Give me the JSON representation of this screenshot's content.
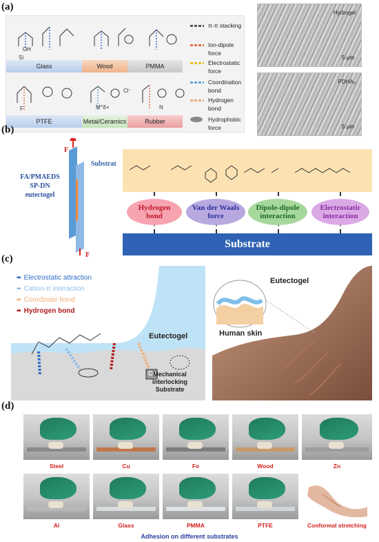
{
  "panels": {
    "a": "(a)",
    "b": "(b)",
    "c": "(c)",
    "d": "(d)"
  },
  "panel_a": {
    "substrates": [
      "Glass",
      "Wood",
      "PMMA",
      "PTFE",
      "Metal/Ceramics",
      "Rubber"
    ],
    "substrate_colors": [
      "#c9daf0",
      "#f6c9a8",
      "#d9d9d9",
      "#c9daf0",
      "#d6ecd0",
      "#f2b8b8"
    ],
    "legend": [
      {
        "label": "π-π stacking",
        "color": "#555555"
      },
      {
        "label": "Ion-dipole force",
        "color": "#e0734a"
      },
      {
        "label": "Electrostatic force",
        "color": "#e8c22a"
      },
      {
        "label": "Coordination bond",
        "color": "#5aa8d8"
      },
      {
        "label": "Hydrogen bond",
        "color": "#e8a87a"
      },
      {
        "label": "Hydrophobic force",
        "color": "#888888"
      }
    ],
    "sem": [
      {
        "label": "Hydrogel",
        "scale": "5 μm"
      },
      {
        "label": "PDHA₂",
        "scale": "5 μm"
      }
    ],
    "chem": {
      "oh": "OH",
      "si": "Si",
      "f": "F",
      "ms": "M^δ+",
      "cl": "Cl⁻",
      "n": "N"
    }
  },
  "panel_b": {
    "force": "F",
    "substrate_label": "Substrat",
    "gel_label": [
      "FA/PMAEDS",
      "SP-DN",
      "eutectogel"
    ],
    "interactions": [
      {
        "label": [
          "Hydrogen",
          "bond"
        ],
        "color": "#f7a3b0",
        "text": "#c0182c"
      },
      {
        "label": [
          "Van der Waals",
          "force"
        ],
        "color": "#b7a9e0",
        "text": "#2b2f9a"
      },
      {
        "label": [
          "Dipole-dipole",
          "interaction"
        ],
        "color": "#a7d89b",
        "text": "#1d6b27"
      },
      {
        "label": [
          "Electrostatic",
          "interaction"
        ],
        "color": "#dba9e6",
        "text": "#8b2aa3"
      }
    ],
    "bottom": "Substrate"
  },
  "panel_c": {
    "legend": [
      {
        "label": "Electrostatic attraction",
        "color": "#2b6cc4"
      },
      {
        "label": "Cation-π interaction",
        "color": "#8fbde8"
      },
      {
        "label": "Coordinate bond",
        "color": "#f0b07a"
      },
      {
        "label": "Hydrogen bond",
        "color": "#b01b1b"
      }
    ],
    "eutectogel": "Eutectogel",
    "mechanical": [
      "Mechanical",
      "interlocking"
    ],
    "substrate": "Substrate",
    "cu": "Cu",
    "eutectogel2": "Eutectogel",
    "skin": "Human skin"
  },
  "panel_d": {
    "row1": [
      "Steel",
      "Cu",
      "Fe",
      "Wood",
      "Zn"
    ],
    "row2": [
      "Al",
      "Glass",
      "PMMA",
      "PTFE",
      "Conformal stretching"
    ],
    "plate_colors": [
      "#8a8a8a",
      "#c0784a",
      "#7d7d7d",
      "#c89a6a",
      "#9d9d9d",
      "#b8b8b8",
      "#d8dde0",
      "#dfe3e6",
      "#cfd6da"
    ],
    "caption": "Adhesion on different substrates"
  }
}
